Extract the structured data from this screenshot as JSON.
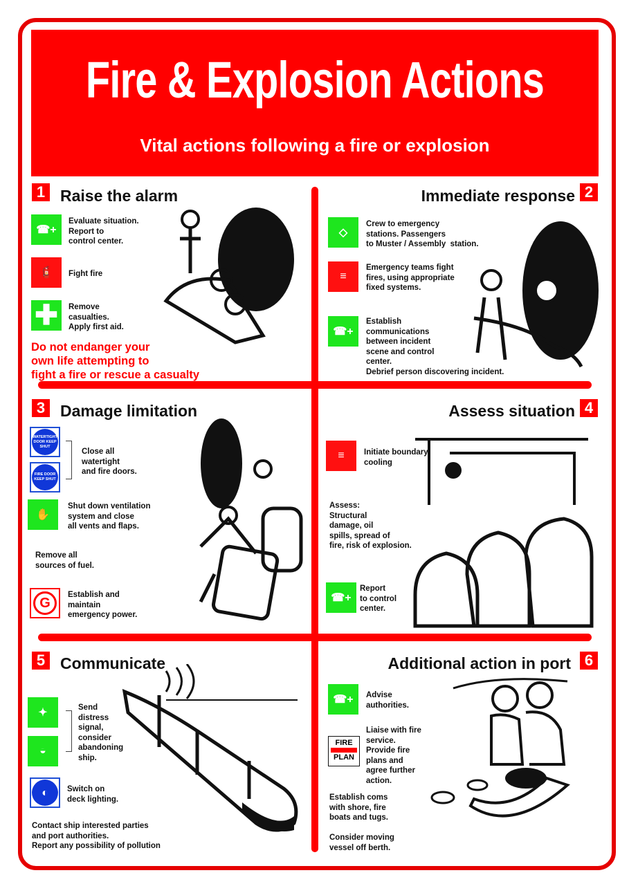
{
  "header": {
    "title": "Fire & Explosion Actions",
    "subtitle": "Vital actions following a fire or explosion"
  },
  "colors": {
    "red": "#ff0000",
    "green": "#1ee61e",
    "blue": "#1037d8"
  },
  "sections": [
    {
      "number": "1",
      "title": "Raise the alarm",
      "items": [
        {
          "icon": "emergency-phone-icon",
          "text": "Evaluate situation.\nReport to\ncontrol center."
        },
        {
          "icon": "fire-extinguisher-icon",
          "text": "Fight fire"
        },
        {
          "icon": "first-aid-icon",
          "text": "Remove\ncasualties.\nApply first aid."
        }
      ],
      "warning": "Do not endanger your\nown life attempting to\nfight a fire or rescue a casualty"
    },
    {
      "number": "2",
      "title": "Immediate response",
      "items": [
        {
          "icon": "assembly-point-icon",
          "text": "Crew to emergency\nstations. Passengers\nto Muster / Assembly  station."
        },
        {
          "icon": "fire-hose-icon",
          "text": "Emergency teams fight\nfires, using appropriate\nfixed systems."
        },
        {
          "icon": "emergency-phone-icon",
          "text": "Establish\ncommunications\nbetween incident\nscene and control\ncenter.\nDebrief person discovering incident."
        }
      ]
    },
    {
      "number": "3",
      "title": "Damage limitation",
      "signs": {
        "watertight": "WATERTIGHT DOOR KEEP SHUT",
        "firedoor": "FIRE DOOR KEEP SHUT"
      },
      "items": [
        {
          "icon": "door-signs",
          "text": "Close all\nwatertight\nand fire doors."
        },
        {
          "icon": "ventilation-shutdown-icon",
          "text": "Shut down ventilation\nsystem and close\nall vents and flaps."
        },
        {
          "icon": "",
          "text": "Remove all\nsources of fuel."
        },
        {
          "icon": "generator-icon",
          "glyph": "G",
          "text": "Establish and\nmaintain\nemergency power."
        }
      ]
    },
    {
      "number": "4",
      "title": "Assess situation",
      "items": [
        {
          "icon": "fire-hose-icon",
          "text": "Initiate boundary\ncooling"
        },
        {
          "icon": "",
          "text": "Assess:\nStructural\ndamage, oil\nspills, spread of\nfire, risk of explosion."
        },
        {
          "icon": "emergency-phone-icon",
          "text": "Report\nto control\ncenter."
        }
      ]
    },
    {
      "number": "5",
      "title": "Communicate",
      "items": [
        {
          "icon": "distress-signal-icons",
          "text": "Send\ndistress\nsignal,\nconsider\nabandoning\nship."
        },
        {
          "icon": "deck-lighting-icon",
          "text": "Switch on\ndeck lighting."
        },
        {
          "icon": "",
          "text": "Contact ship interested parties\nand port authorities.\nReport any possibility of pollution"
        }
      ]
    },
    {
      "number": "6",
      "title": "Additional action in port",
      "fire_plan": {
        "top": "FIRE",
        "bottom": "PLAN"
      },
      "items": [
        {
          "icon": "emergency-phone-icon",
          "text": "Advise\nauthorities."
        },
        {
          "icon": "fire-plan-icon",
          "text": "Liaise with fire\nservice.\nProvide fire\nplans and\nagree further\naction."
        },
        {
          "icon": "",
          "text": "Establish coms\nwith shore, fire\nboats and tugs."
        },
        {
          "icon": "",
          "text": "Consider moving\nvessel off berth."
        }
      ]
    }
  ]
}
